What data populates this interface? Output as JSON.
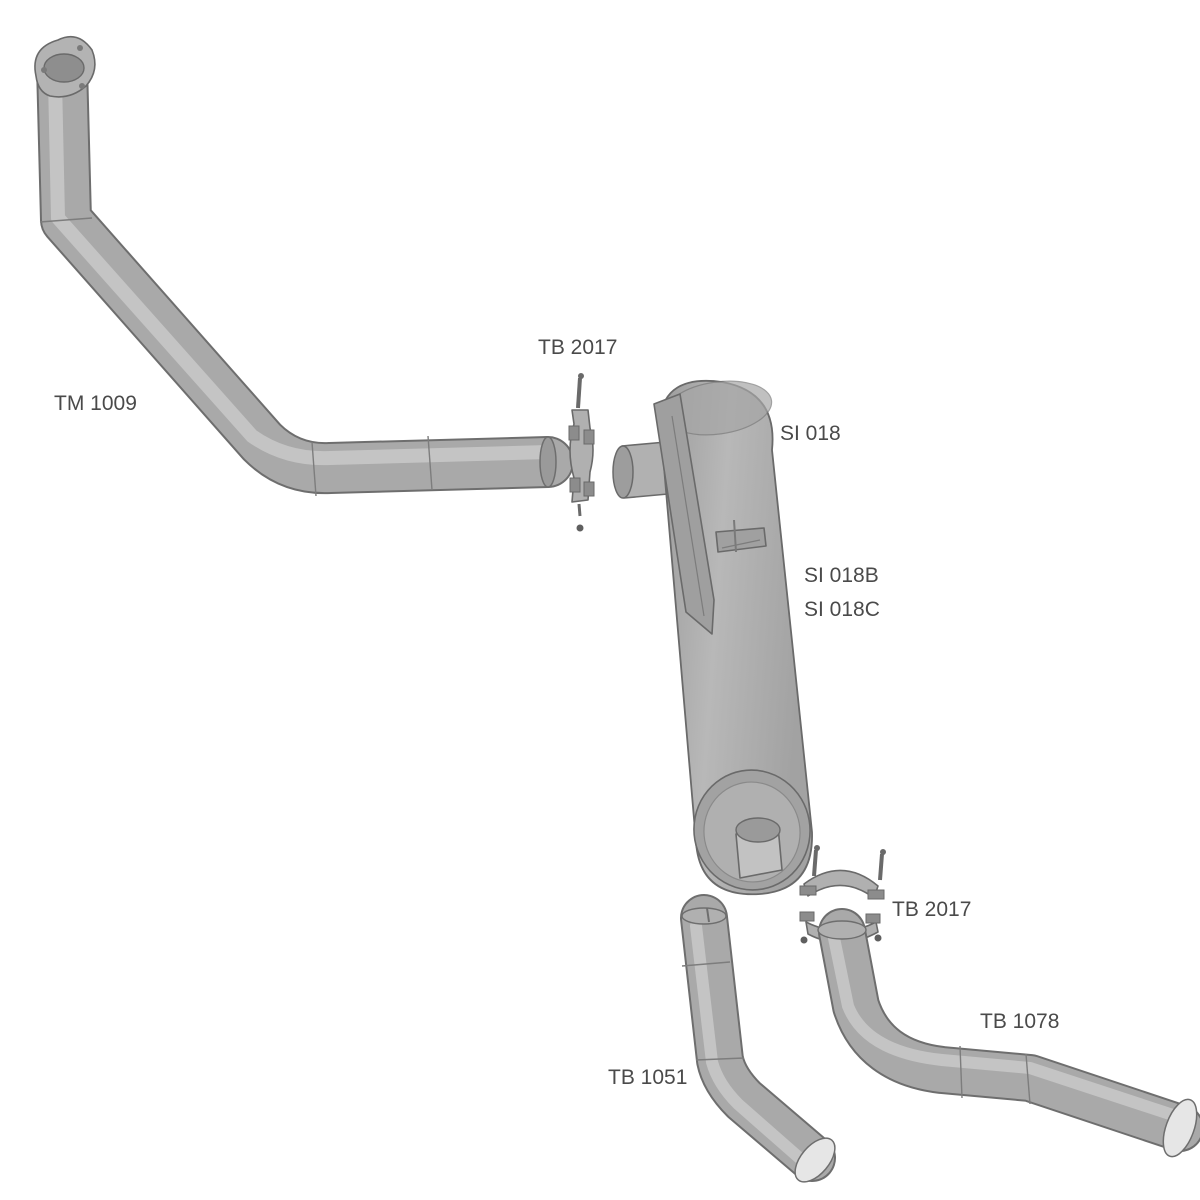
{
  "colors": {
    "background": "#ffffff",
    "pipe_fill": "#a9a9a9",
    "pipe_highlight": "#c9c9c9",
    "pipe_outline": "#6e6e6e",
    "label_text": "#4a4a4a"
  },
  "labels": {
    "tm_1009": "TM 1009",
    "tb_2017_top": "TB 2017",
    "si_018": "SI 018",
    "si_018b": "SI 018B",
    "si_018c": "SI 018C",
    "tb_2017_bottom": "TB 2017",
    "tb_1078": "TB 1078",
    "tb_1051": "TB 1051"
  }
}
